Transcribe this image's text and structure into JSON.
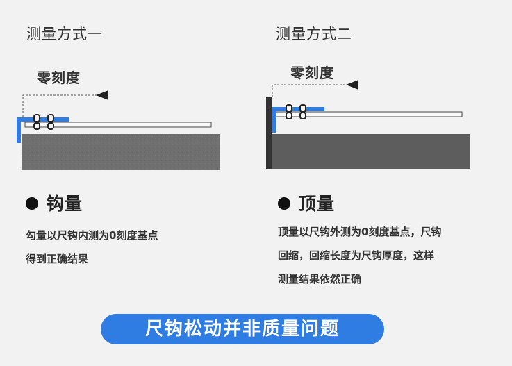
{
  "left": {
    "title": "测量方式一",
    "zero_label": "零刻度",
    "heading": "钩量",
    "desc_line1": "勾量以尺钩内测为0刻度基点",
    "desc_line2": "得到正确结果"
  },
  "right": {
    "title": "测量方式二",
    "zero_label": "零刻度",
    "heading": "顶量",
    "desc_line1": "顶量以尺钩外测为0刻度基点，尺钩",
    "desc_line2": "回缩，回缩长度为尺钩厚度，这样",
    "desc_line3": "测量结果依然正确"
  },
  "banner": "尺钩松动并非质量问题",
  "colors": {
    "hook_blue": "#2f7de3",
    "banner_blue": "#2f7de3",
    "stone_gray": "#666666",
    "wall_dark": "#333333"
  }
}
